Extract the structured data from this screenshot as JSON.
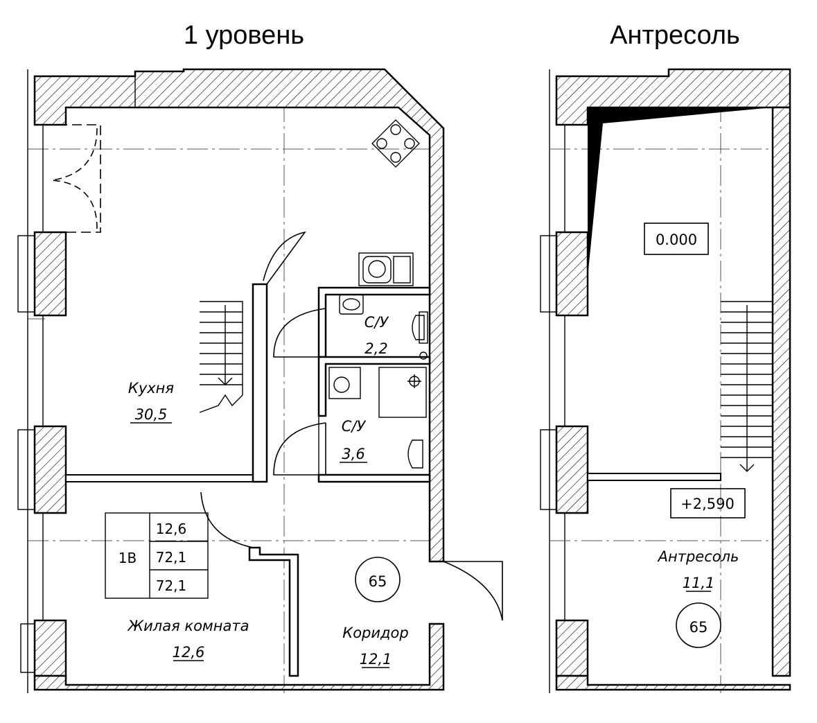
{
  "titles": {
    "level1": "1 уровень",
    "mezzanine": "Антресоль"
  },
  "rooms": {
    "kitchen": {
      "name": "Кухня",
      "area": "30,5"
    },
    "wc1": {
      "name": "С/У",
      "area": "2,2"
    },
    "wc2": {
      "name": "С/У",
      "area": "3,6"
    },
    "living": {
      "name": "Жилая комната",
      "area": "12,6"
    },
    "corridor": {
      "name": "Коридор",
      "area": "12,1"
    },
    "mezz": {
      "name": "Антресоль",
      "area": "11,1"
    }
  },
  "apartment_table": {
    "type": "1В",
    "living_area": "12,6",
    "total_area": "72,1",
    "total_area2": "72,1"
  },
  "apartment_number": "65",
  "apartment_number_mezz": "65",
  "levels": {
    "floor": "0.000",
    "mezzanine": "+2,590"
  }
}
